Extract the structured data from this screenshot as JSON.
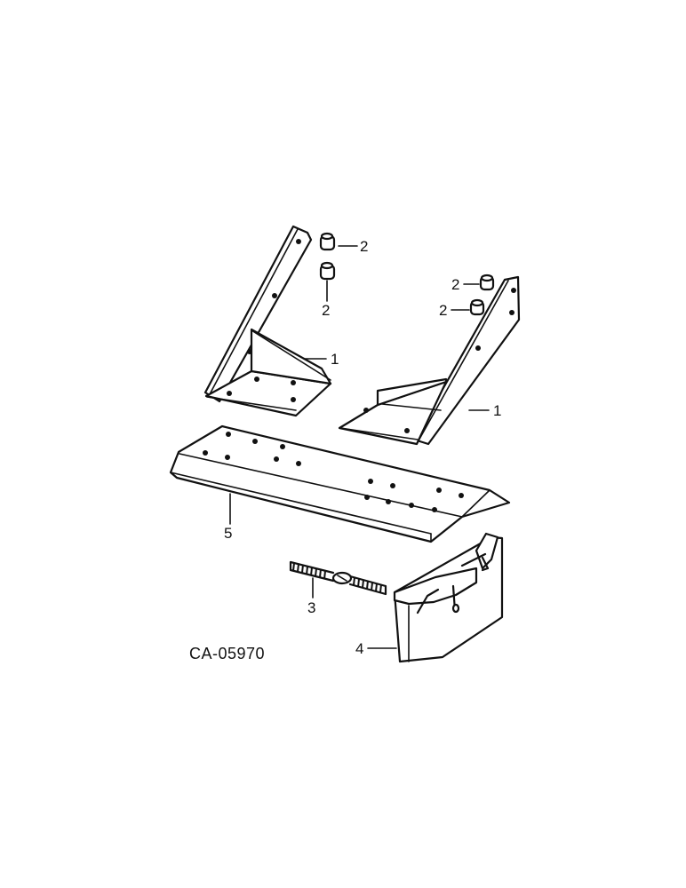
{
  "drawing_code": "CA-05970",
  "callouts": {
    "c1a": "1",
    "c1b": "1",
    "c2a": "2",
    "c2b": "2",
    "c2c": "2",
    "c2d": "2",
    "c3": "3",
    "c4": "4",
    "c5": "5"
  }
}
